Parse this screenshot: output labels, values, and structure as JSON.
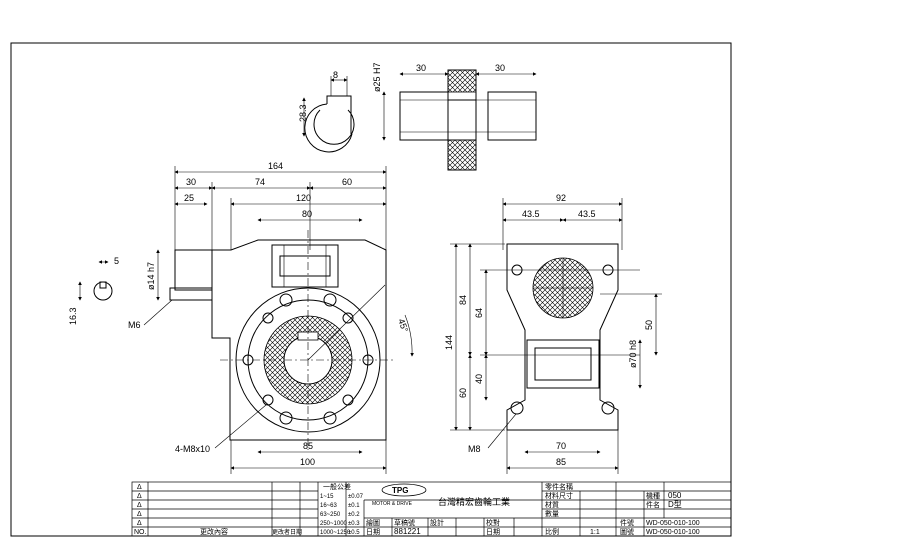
{
  "drawing": {
    "shaft_detail": {
      "key_width": "8",
      "depth": "28.3"
    },
    "hub_detail": {
      "left_len": "30",
      "right_len": "30",
      "bore": "ø25 H7"
    },
    "front_view": {
      "overall": "164",
      "seg_a": "30",
      "seg_b": "74",
      "seg_c": "60",
      "shaft_len": "25",
      "width_120": "120",
      "width_80": "80",
      "shaft_dia": "ø14 h7",
      "thread": "M6",
      "angle": "45°",
      "holes": "4-M8x10",
      "base_85": "85",
      "base_100": "100"
    },
    "side_view": {
      "top_92": "92",
      "half_left": "43.5",
      "half_right": "43.5",
      "h144": "144",
      "h84": "84",
      "h64": "64",
      "h40": "40",
      "h60": "60",
      "h50": "50",
      "bore": "ø70 h8",
      "thread": "M8",
      "base_70": "70",
      "base_85": "85"
    },
    "key_detail": {
      "key_5": "5",
      "depth_16_3": "16.3"
    }
  },
  "title_block": {
    "rev_marks": [
      "Δ",
      "Δ",
      "Δ",
      "Δ",
      "Δ"
    ],
    "no_label": "NO.",
    "change_content": "更改內容",
    "change_date": "更改者日期",
    "tol_title": "一般公差",
    "tol_rows": [
      [
        "1~15",
        "±0.07"
      ],
      [
        "16~63",
        "±0.1"
      ],
      [
        "63~250",
        "±0.2"
      ],
      [
        "250~1000",
        "±0.3"
      ],
      [
        "1000~1250",
        "±0.5"
      ]
    ],
    "logo_text": "TPG",
    "logo_sub": "MOTOR & DRIVE",
    "company": "台灣精宏齒輪工業",
    "drawn_label": "繪圖",
    "drawn_no_label": "草稿號",
    "drawn_no": "881221",
    "date_label": "日期",
    "design_label": "設計",
    "check_label": "校對",
    "approve_label": "日期",
    "drawing_title_label": "零件名稱",
    "material_label": "材料尺寸",
    "spec_label": "材質",
    "qty_label": "數量",
    "scale_label": "比例",
    "scale_value": "1:1",
    "model_label": "機種",
    "model_value": "050",
    "type_label": "件名",
    "type_value": "D型",
    "part_label": "件號",
    "part_value": "WD-050-010-100",
    "dwg_label": "圖號",
    "dwg_value": "WD-050-010-100"
  }
}
